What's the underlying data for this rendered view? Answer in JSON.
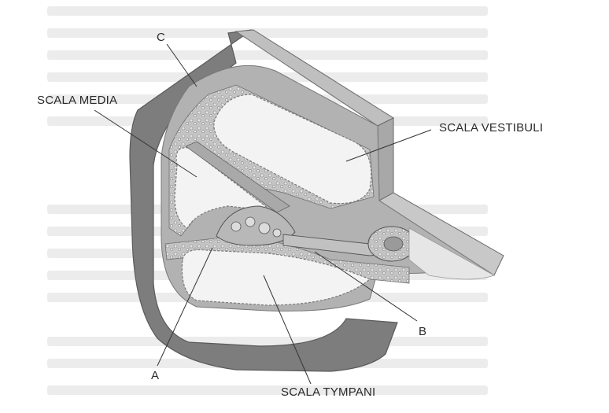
{
  "diagram": {
    "labels": {
      "scala_media": "SCALA MEDIA",
      "scala_vestibuli": "SCALA VESTIBULI",
      "scala_tympani": "SCALA TYMPANI",
      "a": "A",
      "b": "B",
      "c": "C"
    },
    "colors": {
      "bone": "#7d7d7d",
      "membrane": "#b0b0b0",
      "cells": "#c9c9c9",
      "chamber": "#f4f4f4",
      "background_text": "#e9e9e9"
    }
  }
}
